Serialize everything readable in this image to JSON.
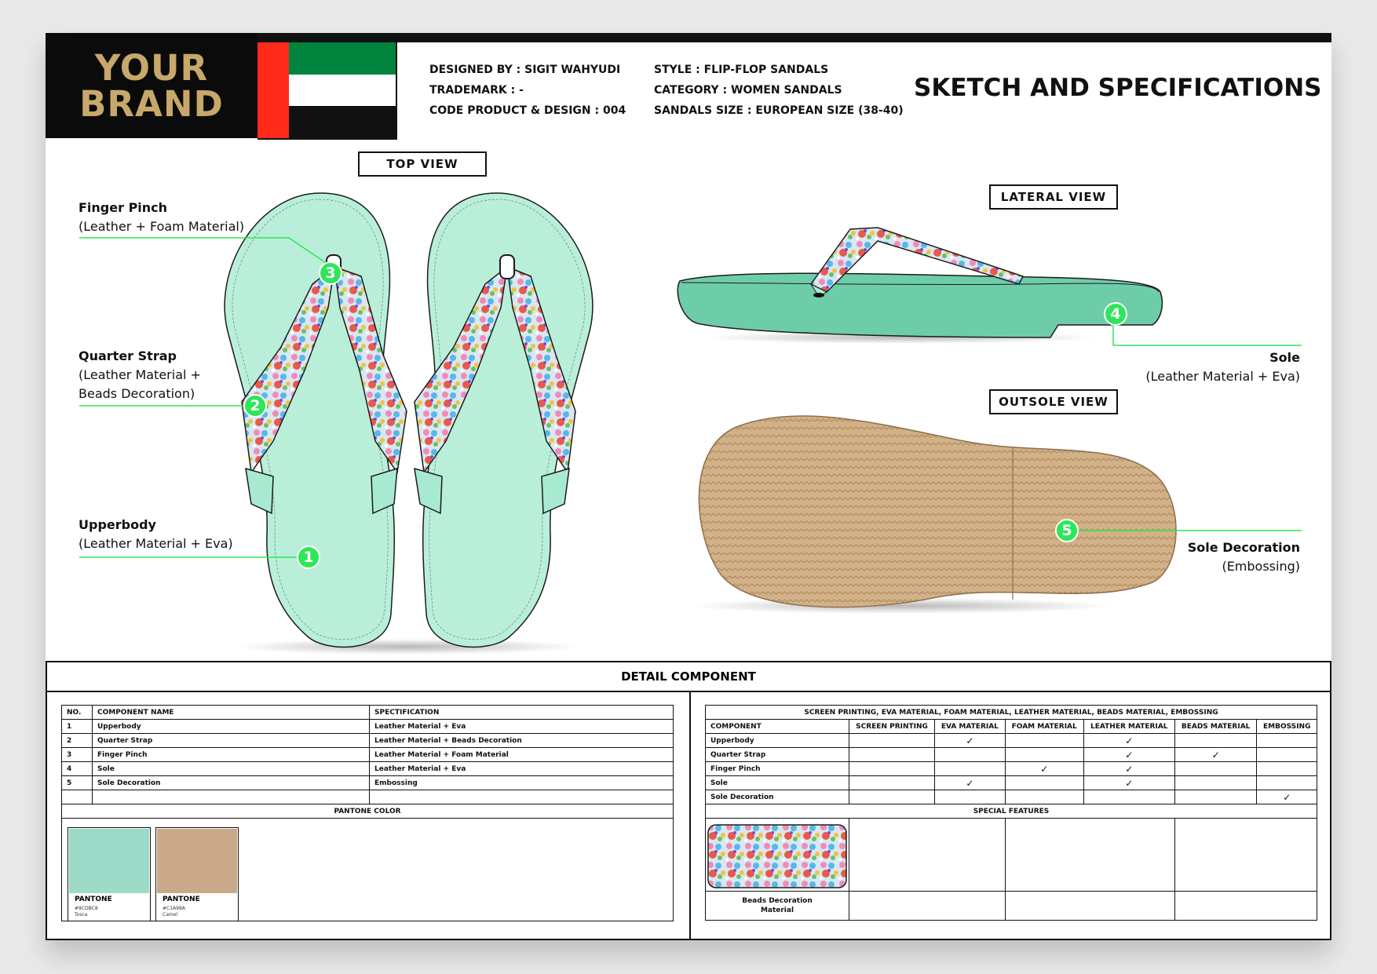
{
  "brand": {
    "line1": "YOUR",
    "line2": "BRAND"
  },
  "flag": {
    "colors": [
      "#00843d",
      "#ffffff",
      "#111111",
      "#ff2a1a"
    ]
  },
  "info": {
    "designed_by": "DESIGNED BY : SIGIT WAHYUDI",
    "trademark": "TRADEMARK : -",
    "code": "CODE PRODUCT & DESIGN : 004",
    "style": "STYLE : FLIP-FLOP SANDALS",
    "category": "CATEGORY : WOMEN SANDALS",
    "size": "SANDALS SIZE : EUROPEAN SIZE (38-40)"
  },
  "title": "SKETCH AND SPECIFICATIONS",
  "views": {
    "top": "TOP VIEW",
    "lateral": "LATERAL VIEW",
    "outsole": "OUTSOLE VIEW"
  },
  "callouts": {
    "finger_pinch": {
      "name": "Finger Pinch",
      "spec": "(Leather + Foam Material)",
      "num": "3"
    },
    "quarter_strap": {
      "name": "Quarter Strap",
      "spec1": "(Leather Material +",
      "spec2": "Beads Decoration)",
      "num": "2"
    },
    "upperbody": {
      "name": "Upperbody",
      "spec": "(Leather Material + Eva)",
      "num": "1"
    },
    "sole": {
      "name": "Sole",
      "spec": "(Leather Material + Eva)",
      "num": "4"
    },
    "sole_decoration": {
      "name": "Sole Decoration",
      "spec": "(Embossing)",
      "num": "5"
    }
  },
  "detail": {
    "title": "DETAIL COMPONENT",
    "components_table": {
      "headers": [
        "NO.",
        "COMPONENT NAME",
        "SPECTIFICATION"
      ],
      "rows": [
        [
          "1",
          "Upperbody",
          "Leather Material + Eva"
        ],
        [
          "2",
          "Quarter Strap",
          "Leather Material + Beads Decoration"
        ],
        [
          "3",
          "Finger Pinch",
          "Leather Material + Foam Material"
        ],
        [
          "4",
          "Sole",
          "Leather Material + Eva"
        ],
        [
          "5",
          "Sole Decoration",
          "Embossing"
        ]
      ]
    },
    "pantone": {
      "title": "PANTONE COLOR",
      "swatches": [
        {
          "label": "PANTONE",
          "code": "#9CDBC8",
          "name": "Tosca",
          "color": "#9cdbc8"
        },
        {
          "label": "PANTONE",
          "code": "#C1A98A",
          "name": "Camel",
          "color": "#c9a98a"
        }
      ]
    },
    "materials_table": {
      "title": "SCREEN PRINTING, EVA MATERIAL, FOAM MATERIAL, LEATHER MATERIAL, BEADS MATERIAL, EMBOSSING",
      "headers": [
        "COMPONENT",
        "SCREEN PRINTING",
        "EVA MATERIAL",
        "FOAM MATERIAL",
        "LEATHER MATERIAL",
        "BEADS MATERIAL",
        "EMBOSSING"
      ],
      "rows": [
        {
          "name": "Upperbody",
          "checks": [
            "",
            "✓",
            "",
            "✓",
            "",
            ""
          ]
        },
        {
          "name": "Quarter Strap",
          "checks": [
            "",
            "",
            "",
            "✓",
            "✓",
            ""
          ]
        },
        {
          "name": "Finger Pinch",
          "checks": [
            "",
            "",
            "✓",
            "✓",
            "",
            ""
          ]
        },
        {
          "name": "Sole",
          "checks": [
            "",
            "✓",
            "",
            "✓",
            "",
            ""
          ]
        },
        {
          "name": "Sole Decoration",
          "checks": [
            "",
            "",
            "",
            "",
            "",
            "✓"
          ]
        }
      ]
    },
    "special_features": {
      "title": "SPECIAL FEATURES",
      "item_label1": "Beads Decoration",
      "item_label2": "Material"
    }
  }
}
